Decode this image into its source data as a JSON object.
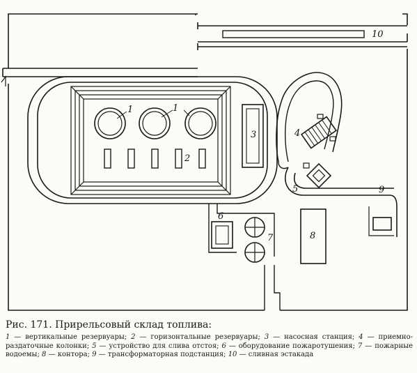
{
  "caption": "Рис. 171. Прирельсовый склад топлива:",
  "labels": {
    "n1a": "1",
    "n1b": "1",
    "n2": "2",
    "n3": "3",
    "n4": "4",
    "n5": "5",
    "n6": "6",
    "n7": "7",
    "n8": "8",
    "n9": "9",
    "n10": "10"
  },
  "legend": [
    {
      "num": "1",
      "text": "вертикальные резервуары;"
    },
    {
      "num": "2",
      "text": "горизонтальные резервуары;"
    },
    {
      "num": "3",
      "text": "насосная станция;"
    },
    {
      "num": "4",
      "text": "приемно-раздаточные колонки;"
    },
    {
      "num": "5",
      "text": "устройство для слива отстоя;"
    },
    {
      "num": "6",
      "text": "оборудование пожаротушения;"
    },
    {
      "num": "7",
      "text": "пожарные водоемы;"
    },
    {
      "num": "8",
      "text": "контора;"
    },
    {
      "num": "9",
      "text": "трансформаторная подстанция;"
    },
    {
      "num": "10",
      "text": "сливная эстакада"
    }
  ]
}
